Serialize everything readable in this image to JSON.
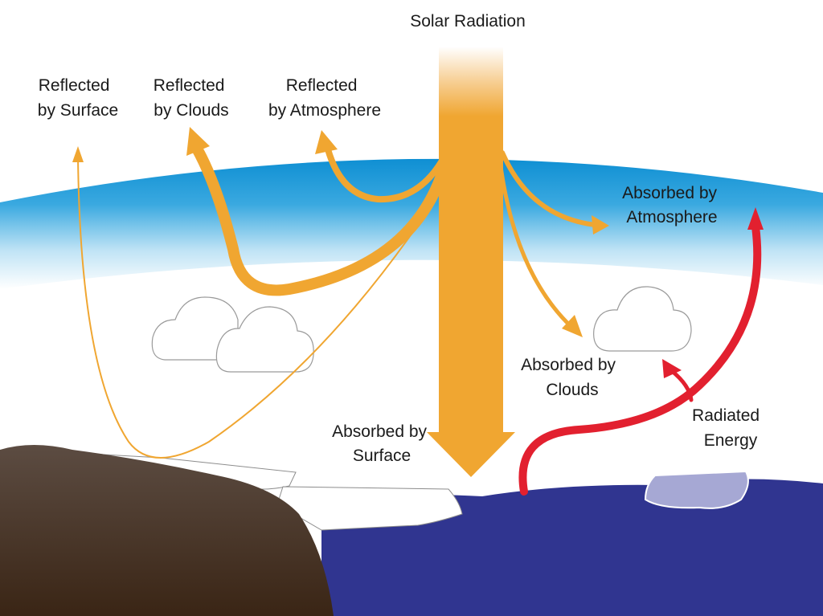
{
  "labels": {
    "solar_radiation": "Solar Radiation",
    "reflected_surface": [
      "Reflected",
      "by Surface"
    ],
    "reflected_clouds": [
      "Reflected",
      "by Clouds"
    ],
    "reflected_atmosphere": [
      "Reflected",
      "by Atmosphere"
    ],
    "absorbed_atmosphere": [
      "Absorbed by",
      "Atmosphere"
    ],
    "absorbed_clouds": [
      "Absorbed by",
      "Clouds"
    ],
    "absorbed_surface": [
      "Absorbed by",
      "Surface"
    ],
    "radiated_energy": [
      "Radiated",
      "Energy"
    ]
  },
  "colors": {
    "solar": "#f0a631",
    "radiated": "#e2202f",
    "sky_top": "#1a9bd7",
    "ocean": "#303590",
    "land_top": "#5c4c42",
    "land_bottom": "#3a2515",
    "ice": "#ffffff",
    "sea_ice": "#a6a8d4"
  }
}
